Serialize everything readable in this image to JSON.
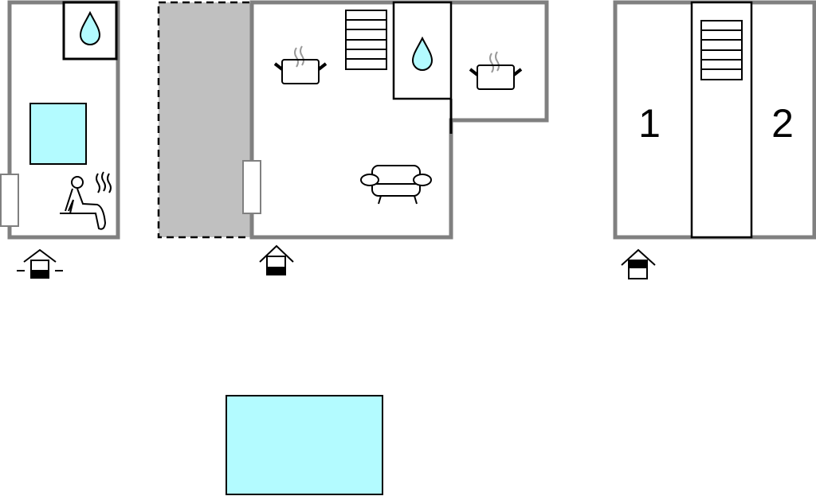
{
  "colors": {
    "wall": "#808080",
    "water": "#b3fbff",
    "terrace": "#c0c0c0"
  },
  "buildings": [
    {
      "name": "annex",
      "icons": [
        "shower-icon",
        "pool-icon",
        "sauna-icon",
        "window-icon",
        "floor-ground-icon"
      ]
    },
    {
      "name": "main-house",
      "icons": [
        "terrace",
        "kitchen-icon",
        "stairs-icon",
        "shower-icon",
        "kitchen-icon",
        "sofa-icon",
        "window-icon",
        "floor-ground-icon"
      ]
    },
    {
      "name": "upper-floor",
      "icons": [
        "stairs-icon",
        "floor-upper-icon"
      ],
      "rooms": [
        {
          "label": "1"
        },
        {
          "label": "2"
        }
      ]
    }
  ],
  "outdoor": {
    "icons": [
      "pool-icon"
    ]
  }
}
